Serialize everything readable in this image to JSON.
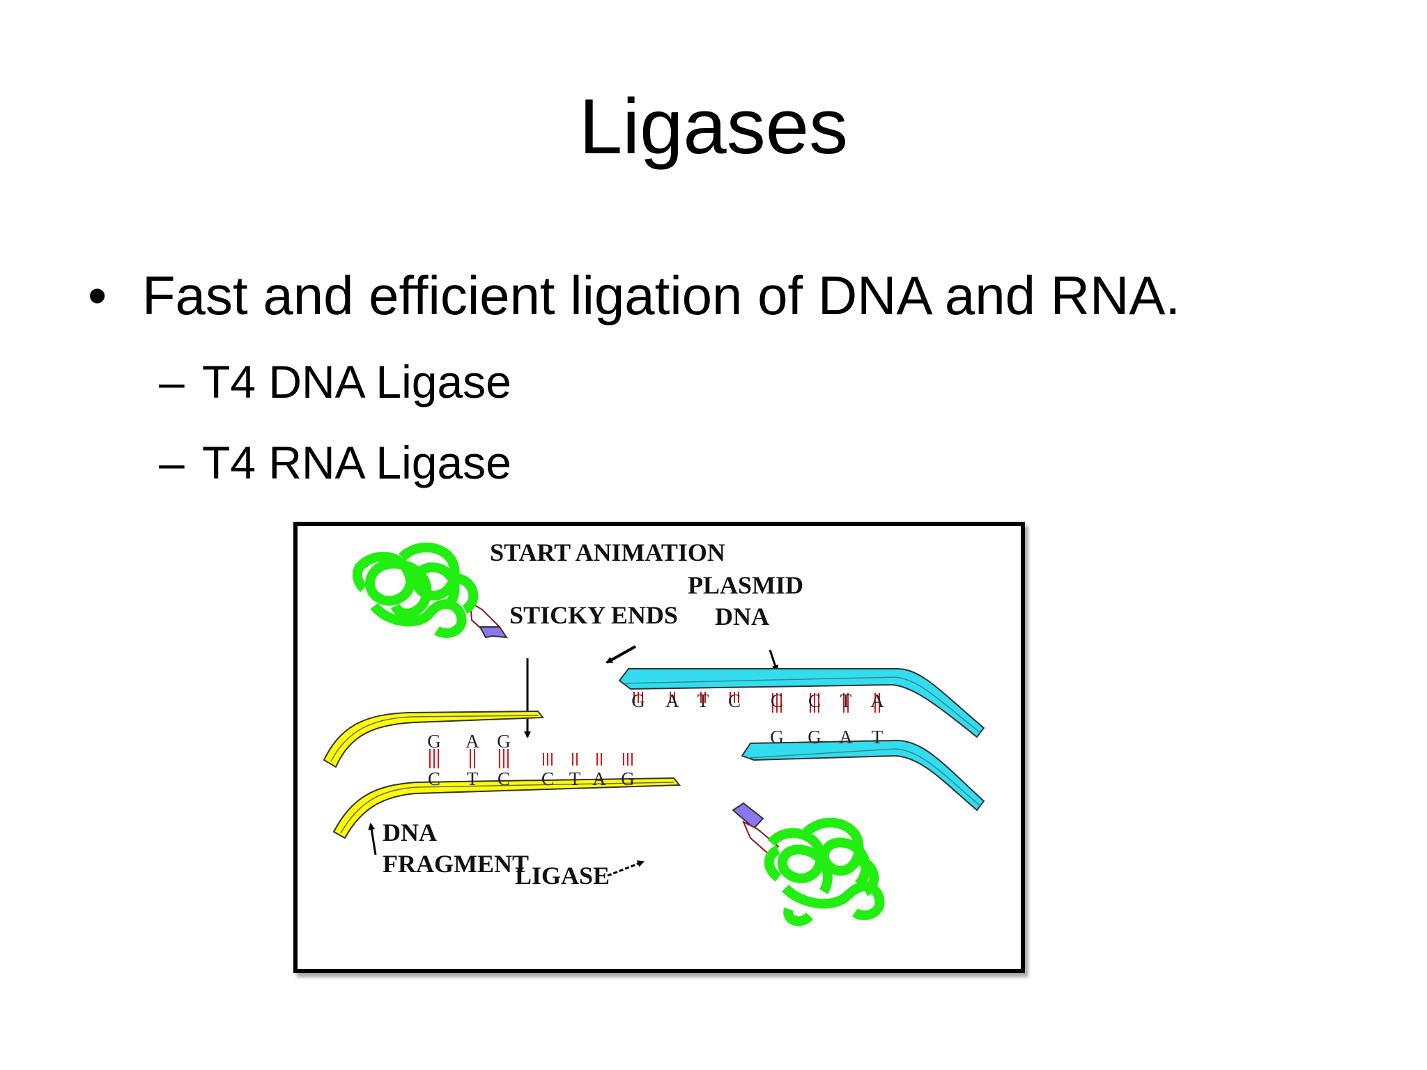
{
  "slide": {
    "title": "Ligases",
    "bullets": [
      {
        "text": "Fast and efficient ligation of DNA and RNA.",
        "subitems": [
          "T4 DNA Ligase",
          "T4 RNA Ligase"
        ]
      }
    ]
  },
  "figure": {
    "labels": {
      "start": "START ANIMATION",
      "sticky_ends": "STICKY ENDS",
      "plasmid_line1": "PLASMID",
      "plasmid_line2": "DNA",
      "fragment_line1": "DNA",
      "fragment_line2": "FRAGMENT",
      "ligase": "LIGASE"
    },
    "fragment_top_bases": [
      "G",
      "A",
      "G"
    ],
    "fragment_bottom_bases": [
      "C",
      "T",
      "C",
      "C",
      "T",
      "A",
      "G"
    ],
    "plasmid_top_bases": [
      "G",
      "A",
      "T",
      "C",
      "C",
      "C",
      "T",
      "A"
    ],
    "plasmid_bottom_bases": [
      "G",
      "G",
      "A",
      "T"
    ],
    "colors": {
      "fragment": "#ffff00",
      "plasmid": "#33ddee",
      "enzyme": "#22ee11",
      "bond": "#d81818",
      "pointer": "#8877ee"
    }
  }
}
